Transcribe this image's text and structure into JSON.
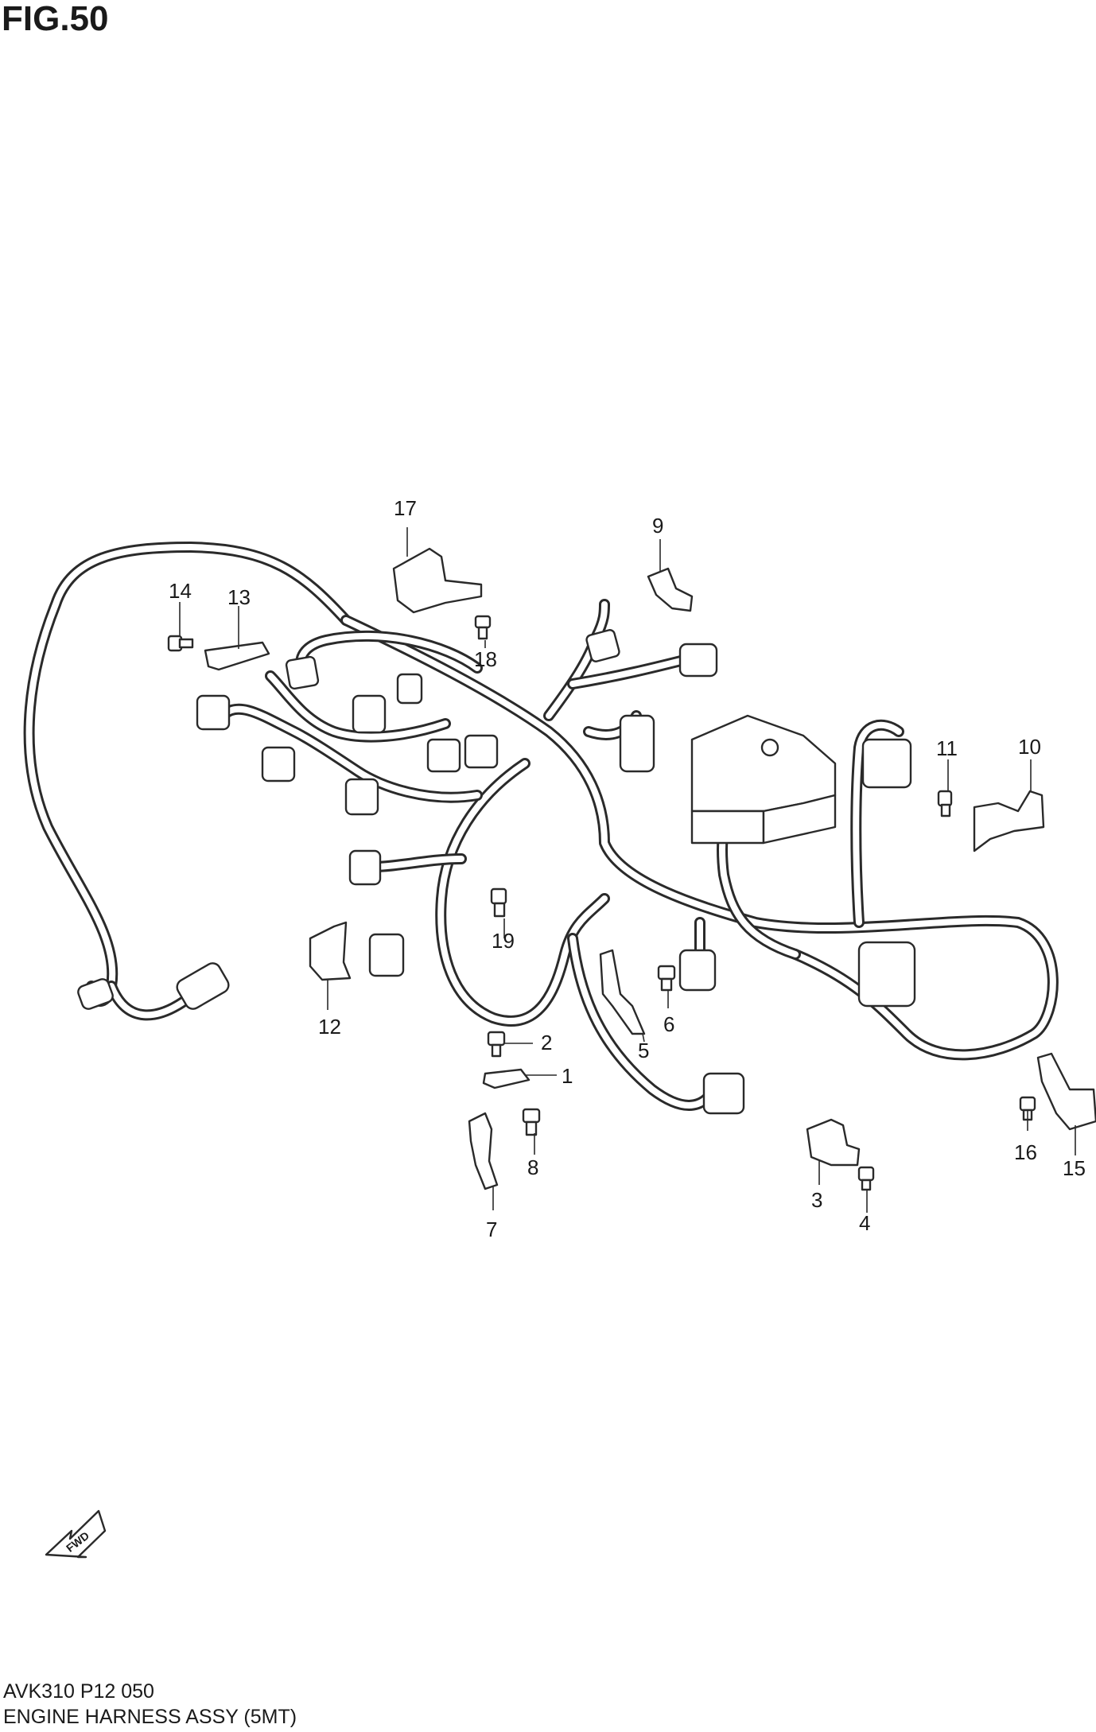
{
  "figure": {
    "title": "FIG.50",
    "code": "AVK310 P12 050",
    "caption": "ENGINE HARNESS ASSY (5MT)",
    "fwd_label": "FWD"
  },
  "callouts": [
    "1",
    "2",
    "3",
    "4",
    "5",
    "6",
    "7",
    "8",
    "9",
    "10",
    "11",
    "12",
    "13",
    "14",
    "15",
    "16",
    "17",
    "18",
    "19"
  ]
}
